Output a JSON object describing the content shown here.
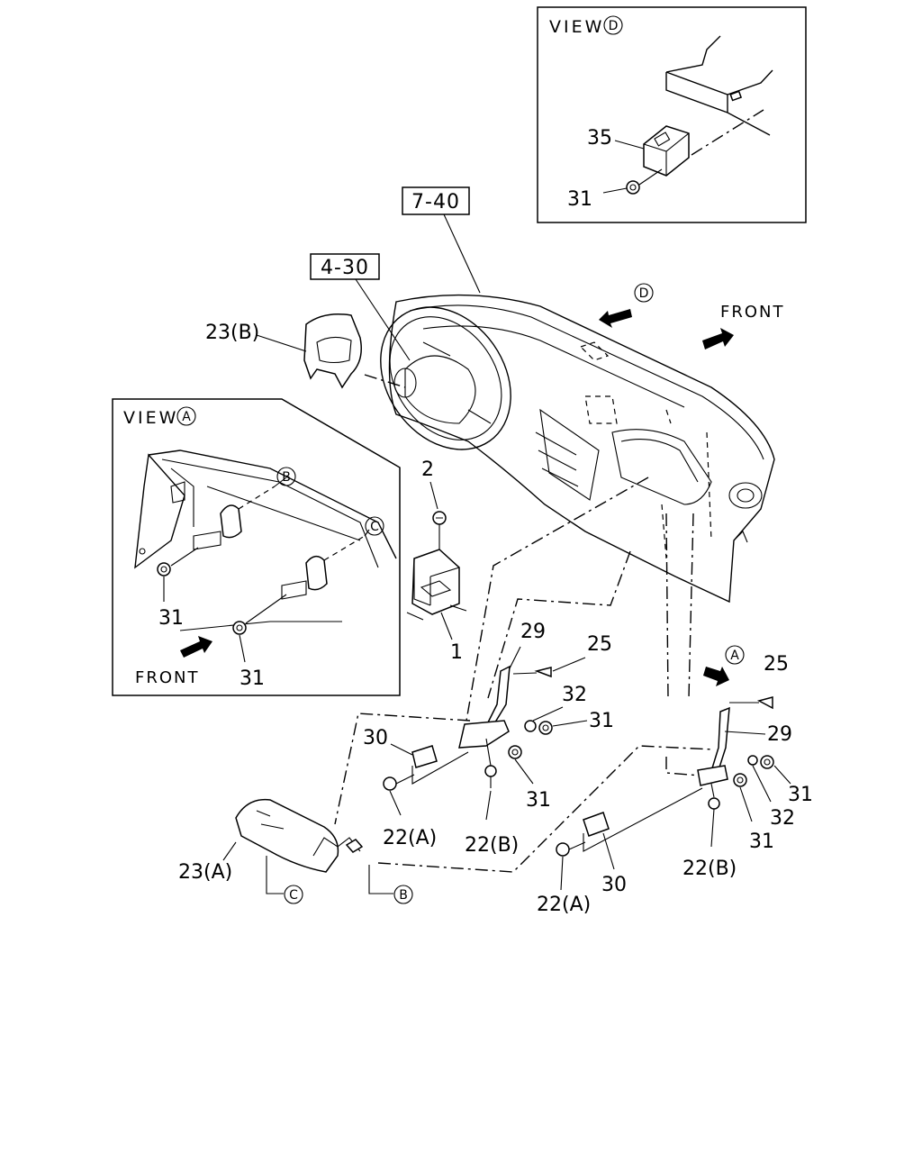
{
  "view_d": {
    "title": "VIEW",
    "marker": "D",
    "labels": {
      "p35": "35",
      "p31": "31"
    }
  },
  "view_a": {
    "title": "VIEW",
    "marker": "A",
    "labels": {
      "p31_top": "31",
      "p31_bottom": "31",
      "front": "FRONT"
    },
    "callouts": {
      "b": "B",
      "c": "C"
    }
  },
  "main": {
    "refs": {
      "ref_7_40": "7-40",
      "ref_4_30": "4-30"
    },
    "markers": {
      "d": "D",
      "a": "A",
      "b": "B",
      "c": "C"
    },
    "front": "FRONT",
    "labels": {
      "p23b": "23(B)",
      "p2": "2",
      "p1": "1",
      "p29_left": "29",
      "p25_left": "25",
      "p32_left": "32",
      "p31_left_a": "31",
      "p30_left": "30",
      "p31_left_b": "31",
      "p22a_left": "22(A)",
      "p22b_left": "22(B)",
      "p23a": "23(A)",
      "p25_right": "25",
      "p29_right": "29",
      "p31_right_a": "31",
      "p32_right": "32",
      "p31_right_b": "31",
      "p30_right": "30",
      "p22a_right": "22(A)",
      "p22b_right": "22(B)"
    }
  }
}
